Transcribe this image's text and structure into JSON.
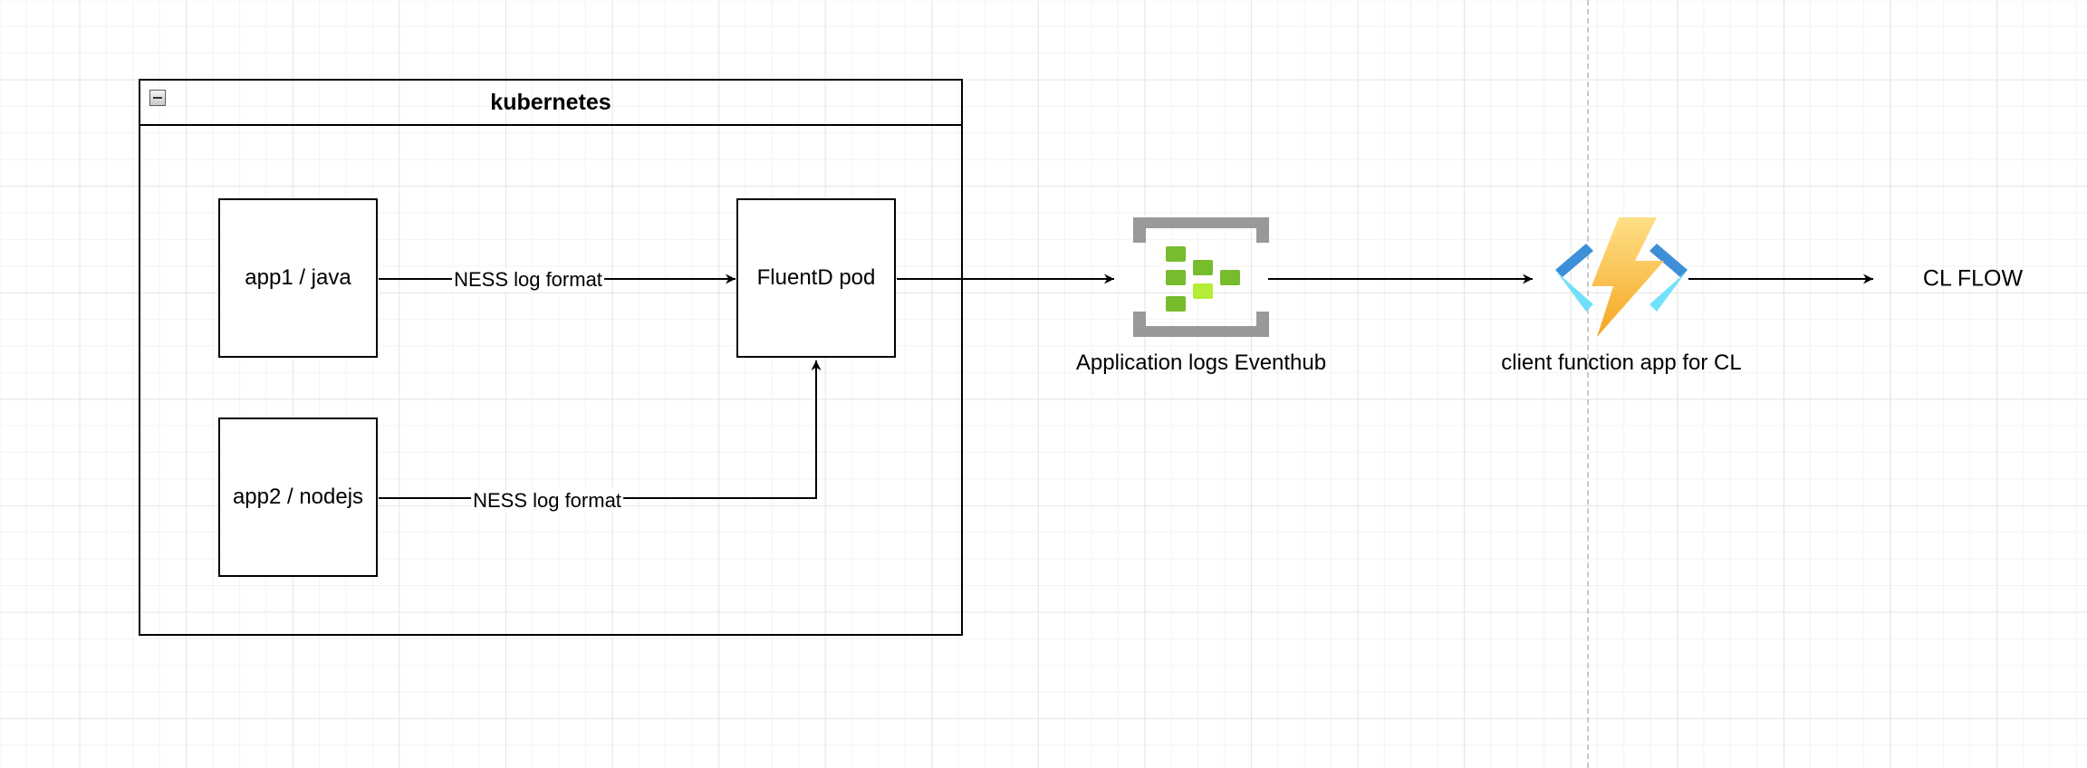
{
  "diagram": {
    "group": {
      "title": "kubernetes",
      "collapse_icon": "minus-square-icon"
    },
    "nodes": {
      "app1": "app1 / java",
      "app2": "app2 / nodejs",
      "fluentd": "FluentD pod"
    },
    "edges": {
      "app1_to_fluentd": "NESS log format",
      "app2_to_fluentd": "NESS log format"
    },
    "eventhub": {
      "label": "Application logs Eventhub",
      "icon": "azure-event-hub-icon",
      "colors": {
        "bracket": "#999999",
        "cell_dark": "#76bc2d",
        "cell_light": "#b4ec36"
      }
    },
    "function_app": {
      "label": "client function app for CL",
      "icon": "azure-function-app-icon",
      "colors": {
        "bolt_top": "#fee087",
        "bolt_bottom": "#f5a622",
        "chevron_dark": "#3d8fd8",
        "chevron_light": "#71e0fb"
      }
    },
    "destination": {
      "label": "CL FLOW"
    }
  }
}
